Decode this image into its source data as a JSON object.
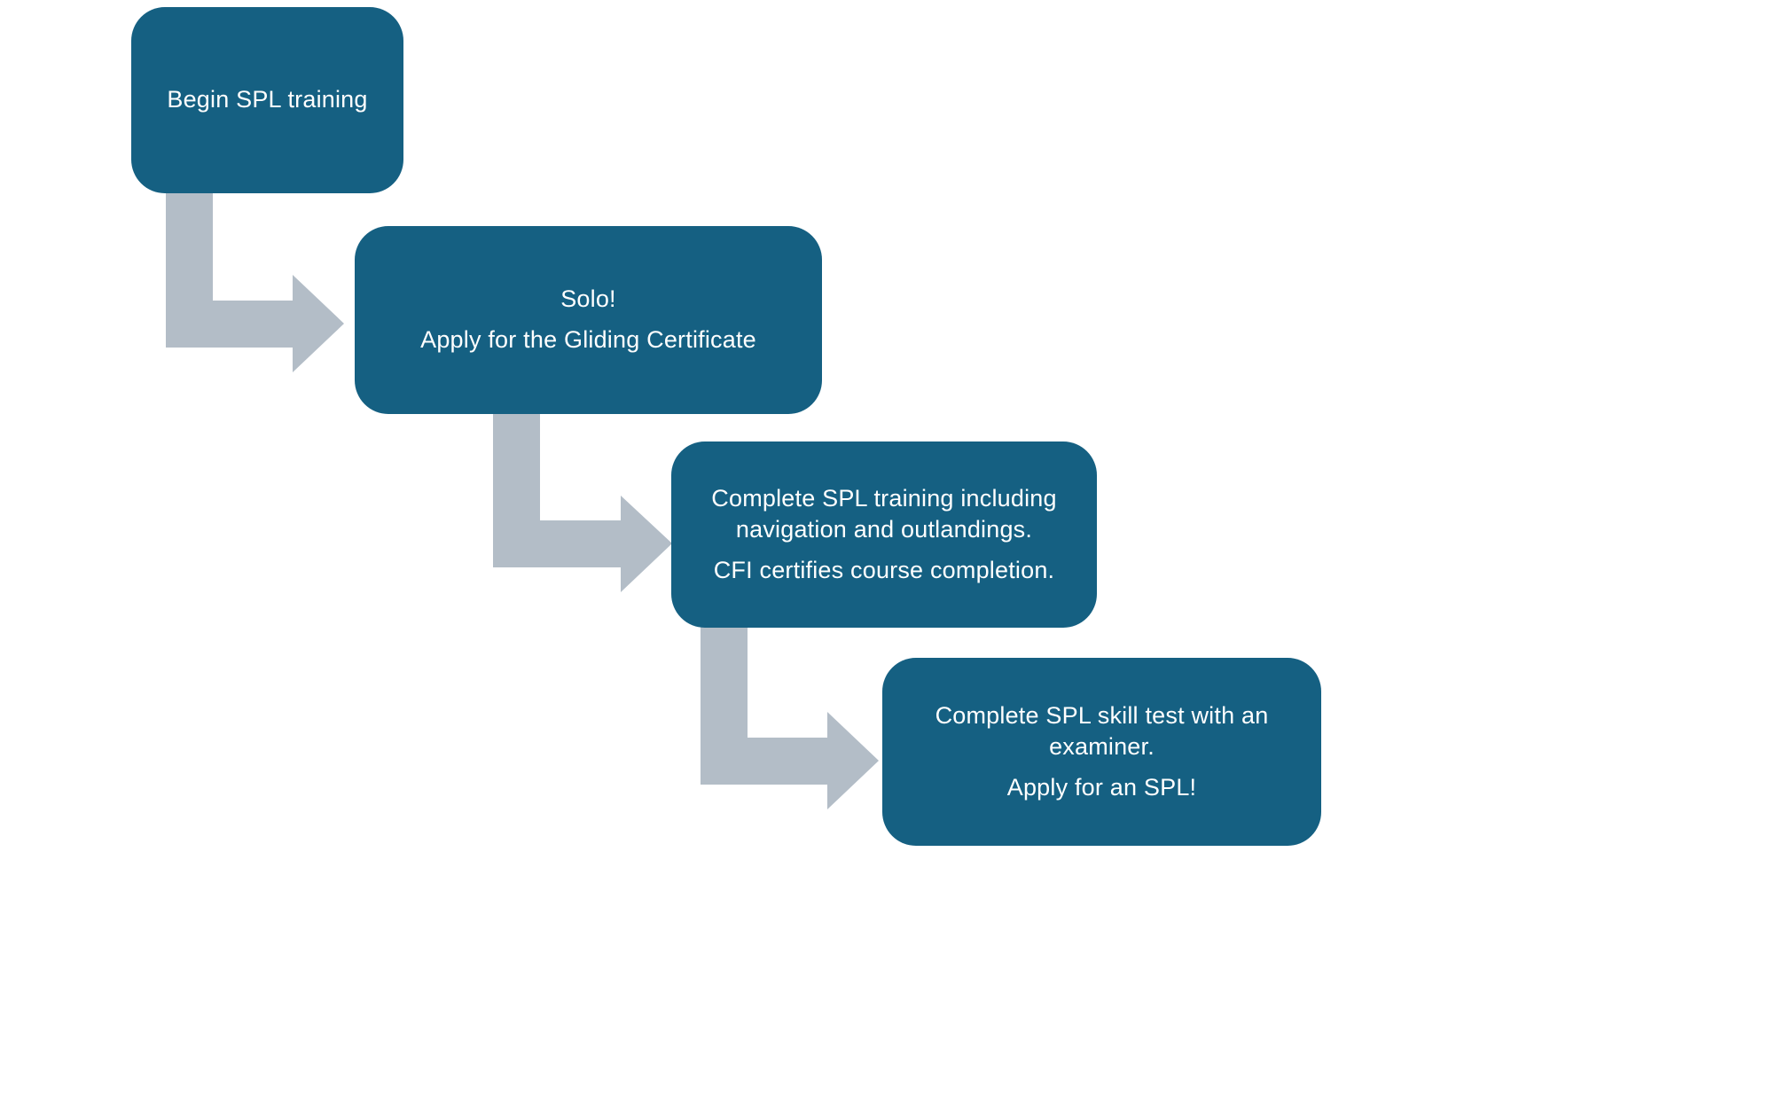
{
  "diagram": {
    "title": "SPL training process flowchart",
    "colors": {
      "box": "#156082",
      "arrow": "#b3bdc7",
      "text": "#ffffff",
      "background": "#ffffff"
    },
    "steps": [
      {
        "id": 1,
        "lines": [
          "Begin SPL training"
        ]
      },
      {
        "id": 2,
        "lines": [
          "Solo!",
          "Apply for the Gliding Certificate"
        ]
      },
      {
        "id": 3,
        "lines": [
          "Complete SPL training including navigation and outlandings.",
          "CFI certifies course completion."
        ]
      },
      {
        "id": 4,
        "lines": [
          "Complete SPL skill test with an examiner.",
          "Apply for an SPL!"
        ]
      }
    ],
    "connectors": [
      {
        "from": 1,
        "to": 2,
        "shape": "elbow-down-right-arrow"
      },
      {
        "from": 2,
        "to": 3,
        "shape": "elbow-down-right-arrow"
      },
      {
        "from": 3,
        "to": 4,
        "shape": "elbow-down-right-arrow"
      }
    ]
  }
}
